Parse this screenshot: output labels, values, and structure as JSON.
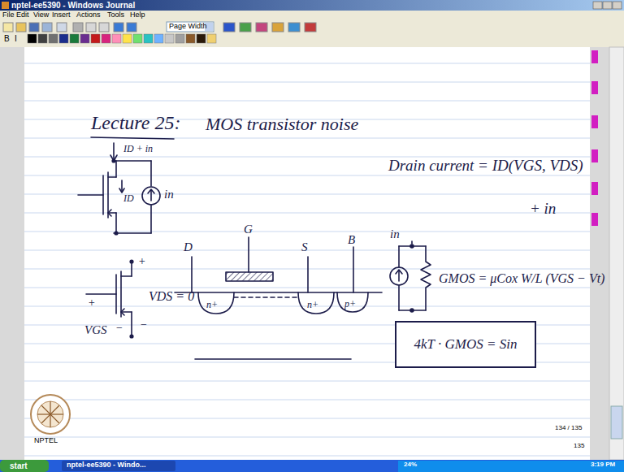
{
  "diagram": {
    "title": "Lecture 25:",
    "nodes": [
      {
        "text": [
          "4kT · GMOS = Sin"
        ]
      }
    ],
    "labels": [
      "nptel-ee5390 - Windows Journal",
      "File",
      "Edit",
      "View",
      "Insert",
      "Actions",
      "Tools",
      "Help",
      "Page Width",
      "B",
      "I",
      "MOS transistor noise",
      "Drain current = ID(VGS, VDS)",
      "+ in",
      "ID + in",
      "ID",
      "in",
      "+",
      "VDS = 0",
      "−",
      "+",
      "VGS",
      "−",
      "D",
      "G",
      "S",
      "B",
      "n+",
      "n+",
      "p+",
      "in",
      "GMOS = μCox W/L (VGS − Vt)",
      "NPTEL",
      "134 / 135",
      "135",
      "start",
      "nptel-ee5390 - Windo...",
      "24%",
      "3:19 PM"
    ]
  }
}
